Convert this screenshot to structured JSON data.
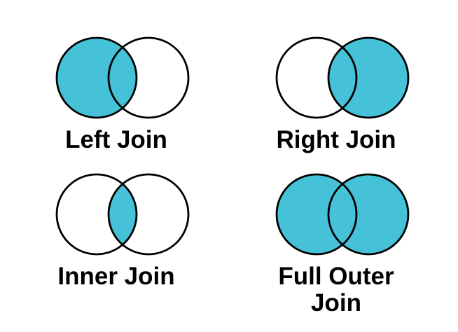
{
  "page": {
    "background": "#ffffff"
  },
  "colors": {
    "highlight_fill": "#45C2D8",
    "circle_outline": "#000000",
    "label_color": "#000000"
  },
  "venn": {
    "stroke_width": 2.8
  },
  "diagrams": [
    {
      "id": "left-join",
      "label": "Left Join",
      "highlight": "left"
    },
    {
      "id": "right-join",
      "label": "Right Join",
      "highlight": "right"
    },
    {
      "id": "inner-join",
      "label": "Inner Join",
      "highlight": "intersection"
    },
    {
      "id": "full-outer-join",
      "label": "Full Outer Join",
      "highlight": "union"
    }
  ]
}
